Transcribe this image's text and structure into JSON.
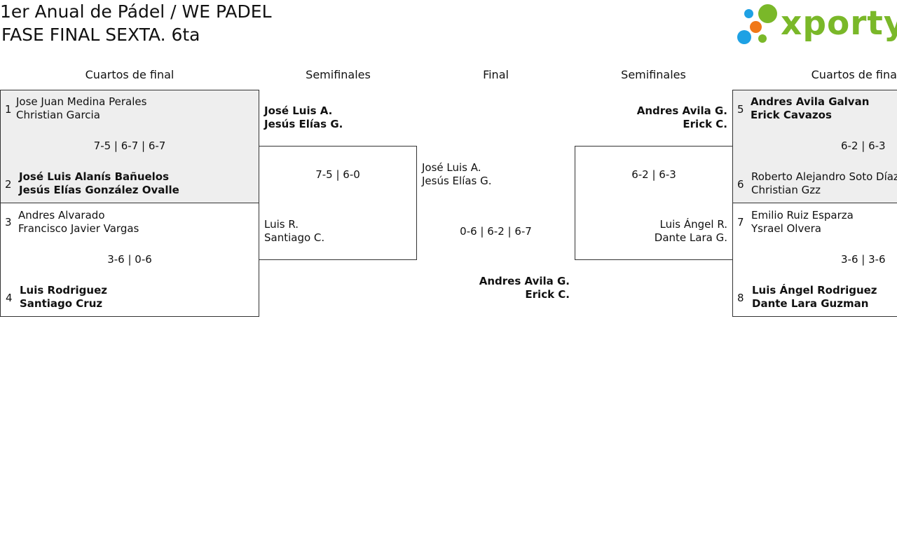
{
  "title_line1": "1er Anual de Pádel / WE PADEL",
  "title_line2": "FASE FINAL SEXTA. 6ta",
  "logo": {
    "text": "xporty",
    "colors": {
      "green": "#7ab829",
      "blue": "#1ea1e4",
      "orange": "#f07818"
    }
  },
  "headers": {
    "qf_left": "Cuartos de final",
    "sf_left": "Semifinales",
    "final": "Final",
    "sf_right": "Semifinales",
    "qf_right": "Cuartos de final"
  },
  "qf_left": [
    {
      "top": {
        "seed": "1",
        "p1": "Jose Juan Medina Perales",
        "p2": "Christian Garcia"
      },
      "score": "7-5 | 6-7 | 6-7",
      "bottom": {
        "seed": "2",
        "p1": "José Luis Alanís Bañuelos",
        "p2": "Jesús Elías González Ovalle"
      }
    },
    {
      "top": {
        "seed": "3",
        "p1": "Andres Alvarado",
        "p2": "Francisco Javier Vargas"
      },
      "score": "3-6 | 0-6",
      "bottom": {
        "seed": "4",
        "p1": "Luis Rodriguez",
        "p2": "Santiago Cruz"
      }
    }
  ],
  "sf_left": {
    "top": {
      "p1": "José Luis A.",
      "p2": "Jesús Elías G."
    },
    "score": "7-5 | 6-0",
    "bottom": {
      "p1": "Luis R.",
      "p2": "Santiago C."
    }
  },
  "final": {
    "left": {
      "p1": "José Luis A.",
      "p2": "Jesús Elías G."
    },
    "score": "0-6 | 6-2 | 6-7",
    "right": {
      "p1": "Andres Avila G.",
      "p2": "Erick C."
    }
  },
  "sf_right": {
    "top": {
      "p1": "Andres Avila G.",
      "p2": "Erick C."
    },
    "score": "6-2 | 6-3",
    "bottom": {
      "p1": "Luis Ángel R.",
      "p2": "Dante Lara G."
    }
  },
  "qf_right": [
    {
      "top": {
        "seed": "5",
        "p1": "Andres Avila Galvan",
        "p2": "Erick Cavazos"
      },
      "score": "6-2 | 6-3",
      "bottom": {
        "seed": "6",
        "p1": "Roberto Alejandro Soto Díaz",
        "p2": "Christian Gzz"
      }
    },
    {
      "top": {
        "seed": "7",
        "p1": "Emilio Ruiz Esparza",
        "p2": "Ysrael Olvera"
      },
      "score": "3-6 | 3-6",
      "bottom": {
        "seed": "8",
        "p1": "Luis Ángel Rodriguez",
        "p2": "Dante Lara Guzman"
      }
    }
  ]
}
